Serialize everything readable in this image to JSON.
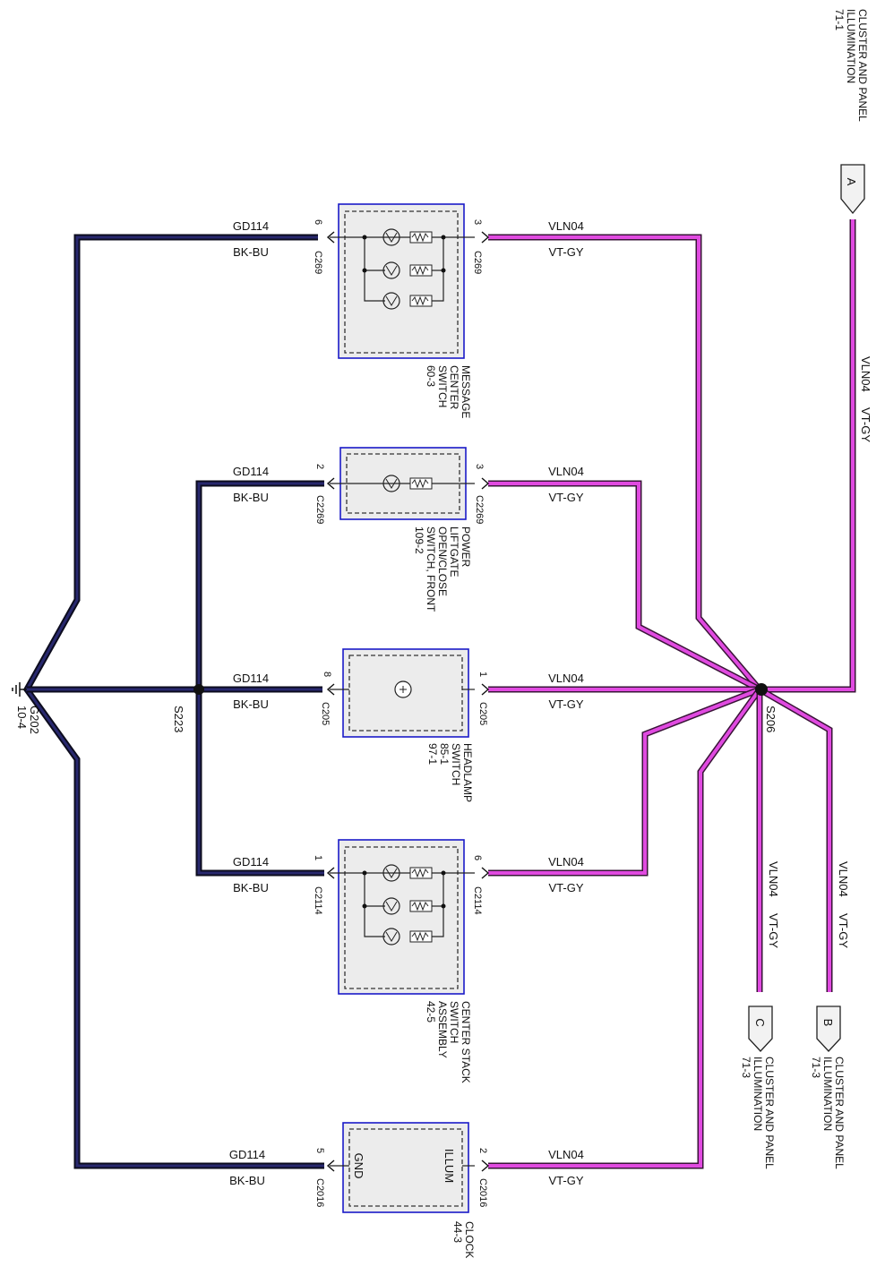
{
  "header": {
    "line1": "CLUSTER AND PANEL",
    "line2": "ILLUMINATION",
    "line3": "71-1",
    "connector": "A"
  },
  "ground": {
    "id": "G202",
    "ref": "10-4"
  },
  "splices": {
    "ground": "S223",
    "power": "S206"
  },
  "wire_black": {
    "circuit": "GD114",
    "color": "BK-BU"
  },
  "wire_violet": {
    "circuit": "VLN04",
    "color": "VT-GY"
  },
  "components": [
    {
      "name": "MESSAGE\nCENTER\nSWITCH\n60-3",
      "gnd_pin": "6",
      "gnd_conn": "C269",
      "pwr_pin": "3",
      "pwr_conn": "C269"
    },
    {
      "name": "POWER\nLIFTGATE\nOPEN/CLOSE\nSWITCH, FRONT\n109-2",
      "gnd_pin": "2",
      "gnd_conn": "C2269",
      "pwr_pin": "3",
      "pwr_conn": "C2269"
    },
    {
      "name": "HEADLAMP\nSWITCH\n85-1\n97-1",
      "gnd_pin": "8",
      "gnd_conn": "C205",
      "pwr_pin": "1",
      "pwr_conn": "C205"
    },
    {
      "name": "CENTER STACK\nSWITCH\nASSEMBLY\n42-5",
      "gnd_pin": "1",
      "gnd_conn": "C2114",
      "pwr_pin": "6",
      "pwr_conn": "C2114"
    },
    {
      "name": "CLOCK\n44-3",
      "gnd_pin": "5",
      "gnd_conn": "C2016",
      "pwr_pin": "2",
      "pwr_conn": "C2016",
      "gnd_label": "GND",
      "pwr_label": "ILLUM"
    }
  ],
  "outputs": [
    {
      "connector": "C",
      "line1": "CLUSTER AND PANEL",
      "line2": "ILLUMINATION",
      "line3": "71-3"
    },
    {
      "connector": "B",
      "line1": "CLUSTER AND PANEL",
      "line2": "ILLUMINATION",
      "line3": "71-3"
    }
  ]
}
